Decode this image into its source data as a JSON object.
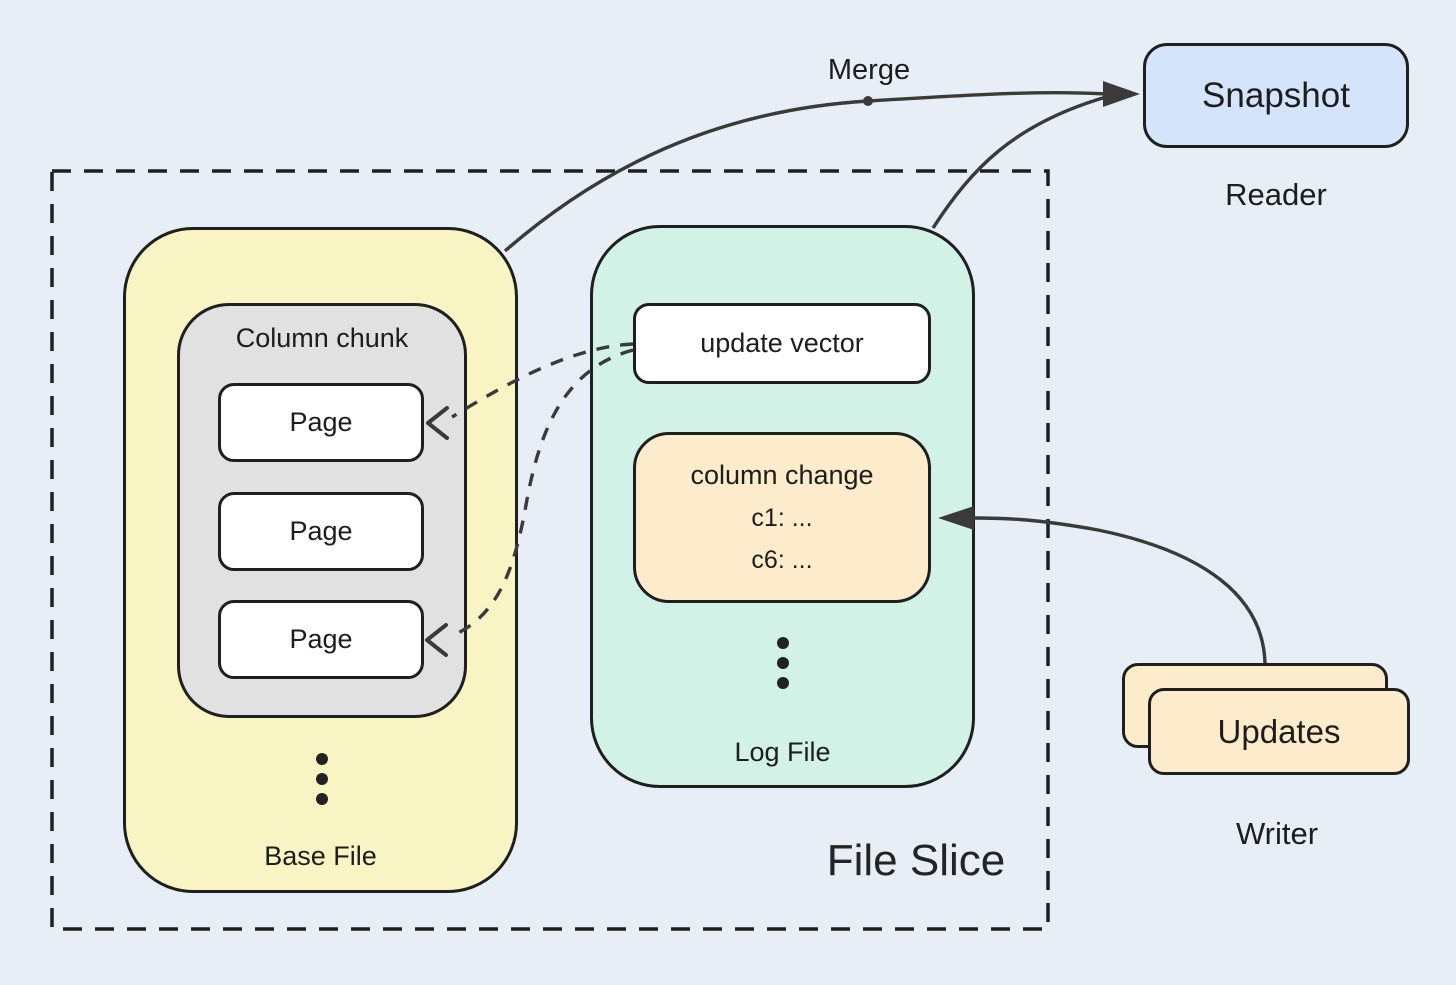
{
  "diagram": {
    "file_slice": {
      "label": "File Slice"
    },
    "base_file": {
      "label": "Base File",
      "column_chunk": {
        "label": "Column chunk",
        "pages": [
          "Page",
          "Page",
          "Page"
        ]
      }
    },
    "log_file": {
      "label": "Log File",
      "update_vector": {
        "label": "update vector"
      },
      "column_change": {
        "title": "column change",
        "line1": "c1: ...",
        "line2": "c6: ..."
      }
    },
    "reader": {
      "box_label": "Snapshot",
      "label": "Reader"
    },
    "writer": {
      "box_label": "Updates",
      "label": "Writer"
    },
    "merge_label": "Merge"
  },
  "colors": {
    "background": "#e8eef6",
    "base_file_fill": "#f8f4c3",
    "column_chunk_fill": "#e1e1e1",
    "page_fill": "#ffffff",
    "log_file_fill": "#d2f2e7",
    "column_change_fill": "#fdeccb",
    "snapshot_fill": "#d4e4fb",
    "updates_fill": "#fdeccb",
    "box_stroke": "#1f1f1f",
    "arrow_stroke": "#3a3a3a"
  }
}
